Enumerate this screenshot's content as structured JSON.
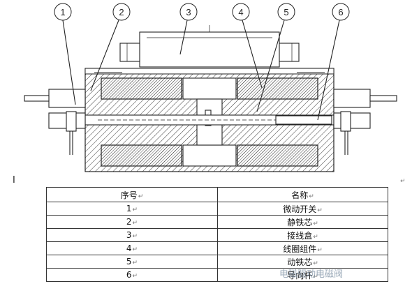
{
  "callouts": [
    "1",
    "2",
    "3",
    "4",
    "5",
    "6"
  ],
  "side_marker": "I",
  "return_mark": "↵",
  "table": {
    "headers": [
      "序号",
      "名称"
    ],
    "rows": [
      {
        "no": "1",
        "name": "微动开关"
      },
      {
        "no": "2",
        "name": "静铁芯"
      },
      {
        "no": "3",
        "name": "接线盒"
      },
      {
        "no": "4",
        "name": "线圈组件"
      },
      {
        "no": "5",
        "name": "动铁芯"
      },
      {
        "no": "6",
        "name": "导向杆"
      }
    ]
  },
  "watermark": "电磁驱动电磁阀"
}
